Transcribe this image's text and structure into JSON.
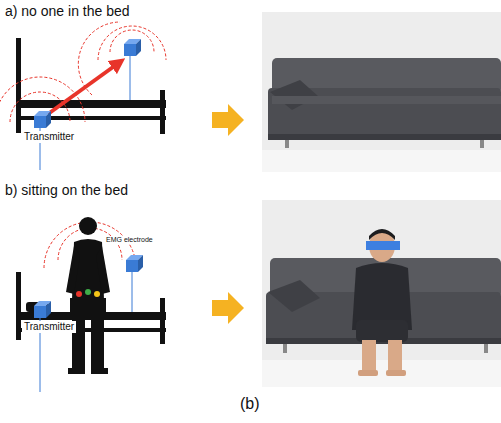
{
  "diagram": {
    "caption": "(b)",
    "labels": [
      "a) no one in the bed",
      "Transmitter",
      "b) sitting on the bed",
      "EMG electrode",
      "Transmitter"
    ]
  }
}
